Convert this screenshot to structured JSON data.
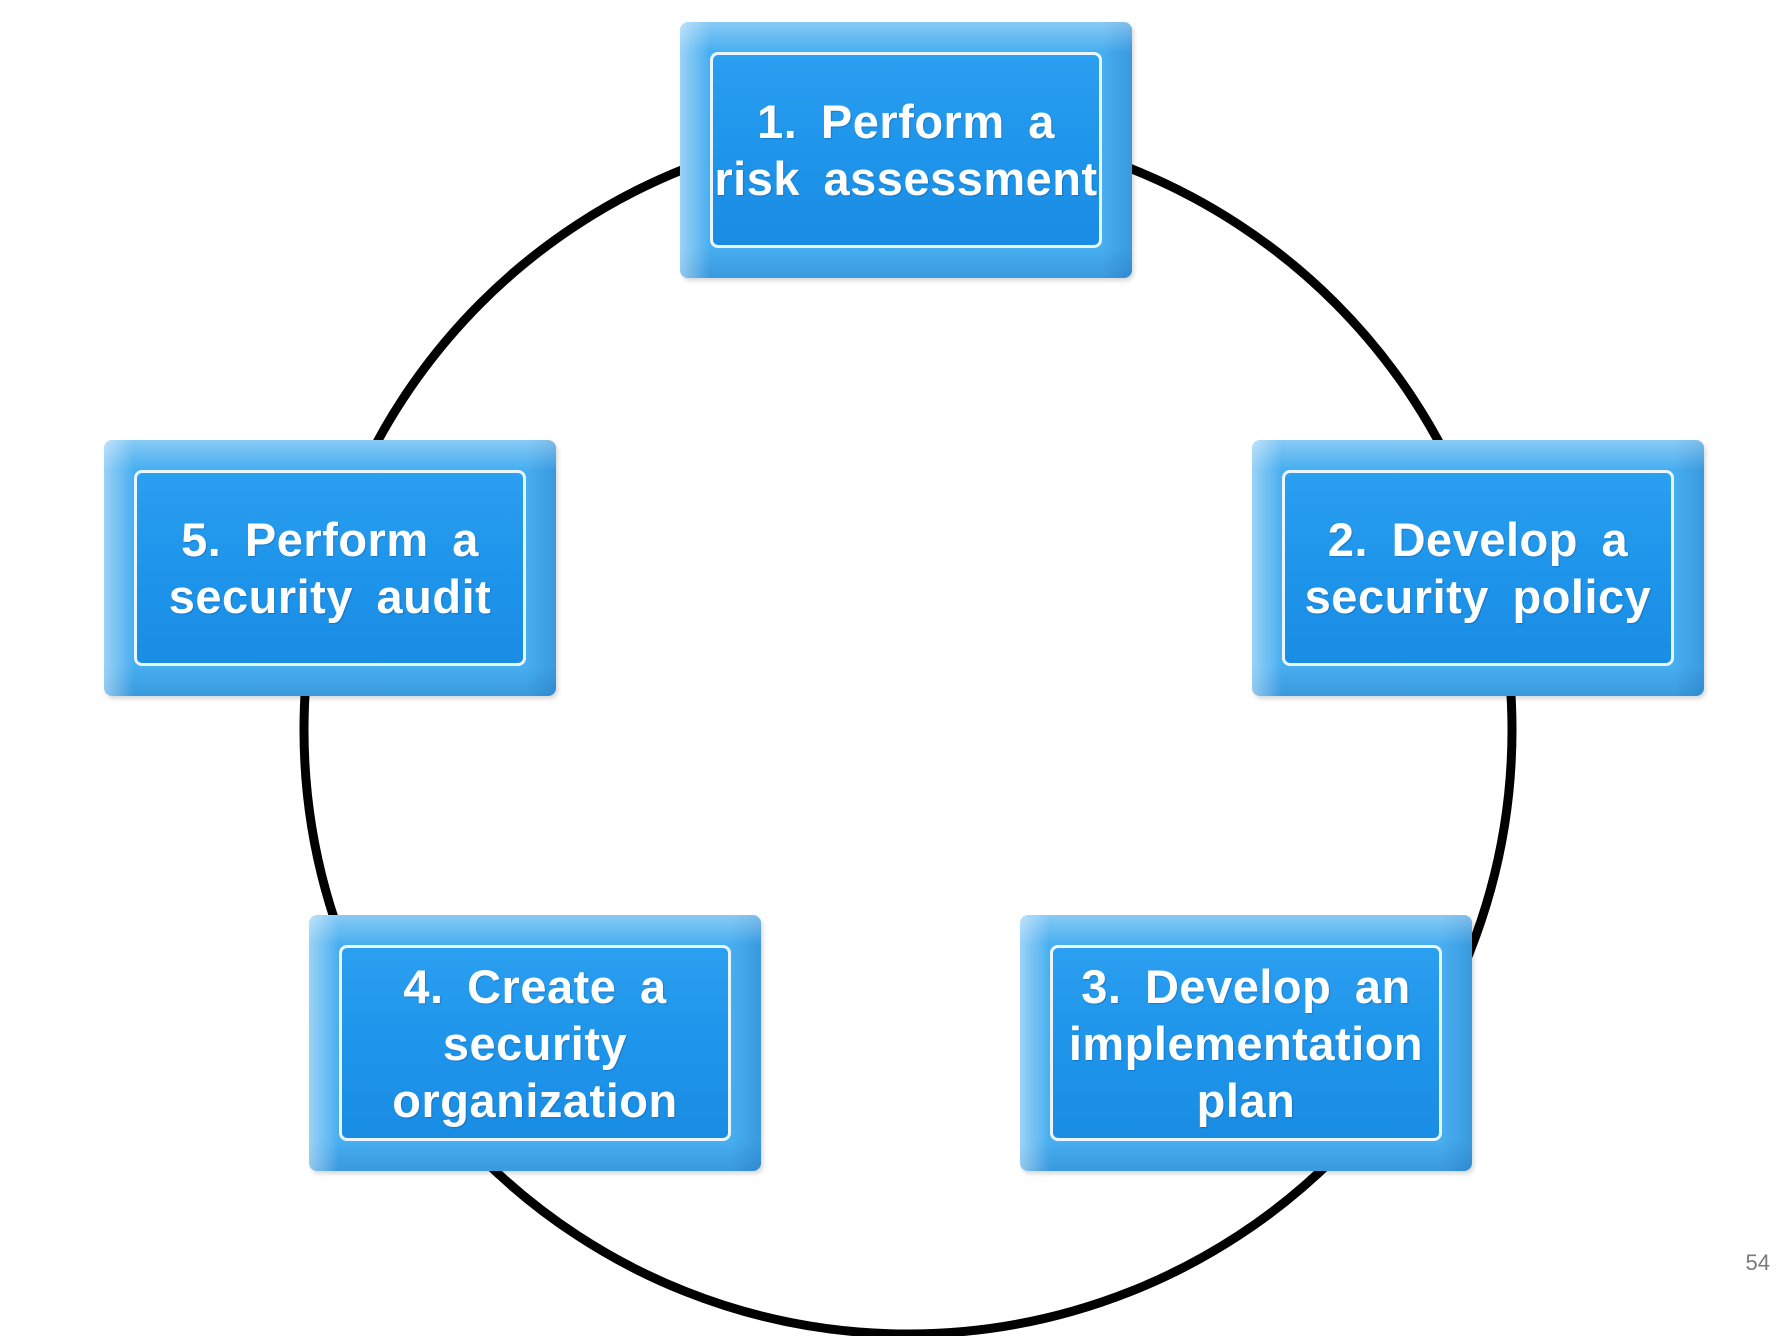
{
  "steps": [
    {
      "label": "1. Perform a\nrisk assessment"
    },
    {
      "label": "2. Develop a\nsecurity policy"
    },
    {
      "label": "3. Develop an\nimplementation\nplan"
    },
    {
      "label": "4. Create a\nsecurity\norganization"
    },
    {
      "label": "5. Perform a\nsecurity audit"
    }
  ],
  "page_number": "54",
  "colors": {
    "box_fill": "#1d94ea",
    "box_bevel": "#47aef0",
    "cycle_line": "#000000",
    "text": "#ffffff"
  }
}
